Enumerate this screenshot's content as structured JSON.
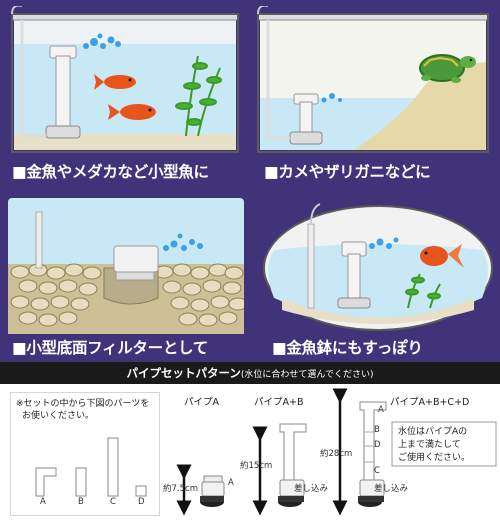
{
  "captions": {
    "panel1": "■金魚やメダカなど小型魚に",
    "panel2": "■カメやザリガニなどに",
    "panel3": "■小型底面フィルターとして",
    "panel4": "■金魚鉢にもすっぽり"
  },
  "pipe_section": {
    "title": "パイプセットパターン",
    "subtitle": "(水位に合わせて選んでください)",
    "note_line1": "※セットの中から下図のパーツを",
    "note_line2": "お使いください。",
    "parts": [
      "A",
      "B",
      "C",
      "D"
    ],
    "pattern_a": {
      "label": "パイプA",
      "height": "約7.5cm",
      "part": "A"
    },
    "pattern_ab": {
      "label": "パイプA+B",
      "height": "約15cm",
      "insert": "差し込み"
    },
    "pattern_abcd": {
      "label": "パイプA+B+C+D",
      "height": "約28cm",
      "insert": "差し込み"
    },
    "pipe_letters": [
      "A",
      "B",
      "D",
      "C"
    ],
    "water_note": [
      "水位はパイプAの",
      "上まで満たして",
      "ご使用ください。"
    ]
  },
  "colors": {
    "frame": "#40337a",
    "water": "#c9e8f5",
    "band": "#1a1a1a"
  }
}
